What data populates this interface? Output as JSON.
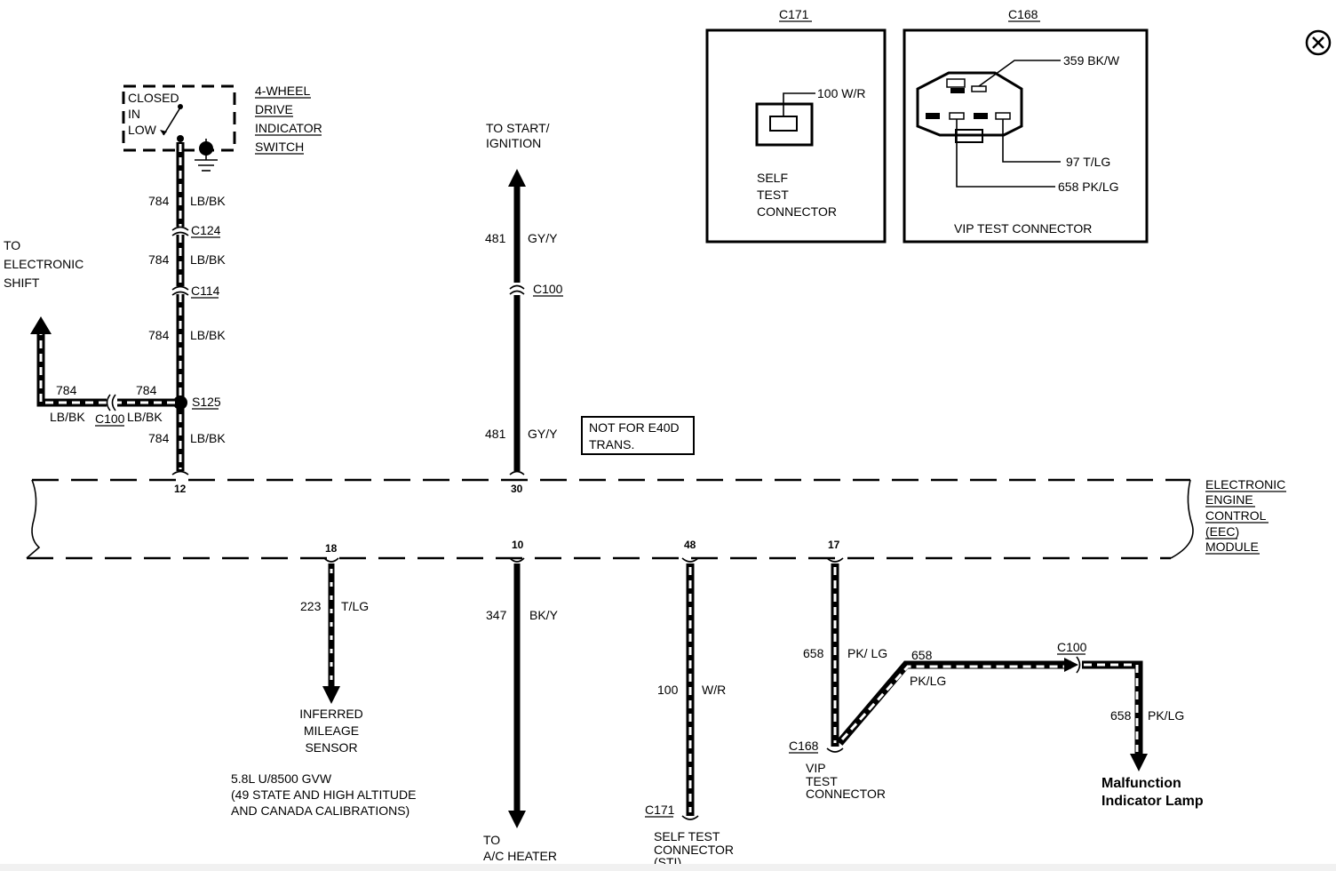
{
  "switch": {
    "state_lines": [
      "CLOSED",
      "IN",
      "LOW"
    ],
    "name_lines": [
      "4-WHEEL",
      "DRIVE",
      "INDICATOR",
      "SWITCH"
    ]
  },
  "left_branch": {
    "to_lines": [
      "TO",
      "ELECTRONIC",
      "SHIFT"
    ],
    "wire_num_a": "784",
    "wire_num_b": "784",
    "wire_color_a": "LB/BK",
    "wire_color_b": "LB/BK",
    "connector": "C100"
  },
  "wire784": {
    "segments": [
      {
        "num": "784",
        "color": "LB/BK"
      },
      {
        "num": "784",
        "color": "LB/BK"
      },
      {
        "num": "784",
        "color": "LB/BK"
      },
      {
        "num": "784",
        "color": "LB/BK"
      }
    ],
    "connectors": [
      "C124",
      "C114"
    ],
    "splice": "S125",
    "pin": "12"
  },
  "wire481": {
    "to_lines": [
      "TO START/",
      "IGNITION"
    ],
    "segments": [
      {
        "num": "481",
        "color": "GY/Y"
      },
      {
        "num": "481",
        "color": "GY/Y"
      }
    ],
    "connector": "C100",
    "note_lines": [
      "NOT FOR E40D",
      "TRANS."
    ],
    "pin": "30"
  },
  "module": {
    "name_lines": [
      "ELECTRONIC",
      "ENGINE",
      "CONTROL",
      "(EEC)",
      "MODULE"
    ]
  },
  "c171_box": {
    "title": "C171",
    "wire_label": "100 W/R",
    "caption_lines": [
      "SELF",
      "TEST",
      "CONNECTOR"
    ]
  },
  "c168_box": {
    "title": "C168",
    "wire_labels": [
      "359 BK/W",
      "97 T/LG",
      "658 PK/LG"
    ],
    "caption": "VIP TEST CONNECTOR"
  },
  "wire223": {
    "pin": "18",
    "num": "223",
    "color": "T/LG",
    "to_lines": [
      "INFERRED",
      "MILEAGE",
      "SENSOR"
    ],
    "note_lines": [
      "5.8L U/8500 GVW",
      "(49 STATE AND HIGH ALTITUDE",
      "AND CANADA CALIBRATIONS)"
    ]
  },
  "wire347": {
    "pin": "10",
    "num": "347",
    "color": "BK/Y",
    "to_lines": [
      "TO",
      "A/C HEATER"
    ]
  },
  "wire100": {
    "pin": "48",
    "num": "100",
    "color": "W/R",
    "connector": "C171",
    "to_lines": [
      "SELF TEST",
      "CONNECTOR",
      "(STI)"
    ]
  },
  "wire658": {
    "pin": "17",
    "seg1": {
      "num": "658",
      "color": "PK/ LG"
    },
    "seg2": {
      "num": "658",
      "color": "PK/LG"
    },
    "seg3": {
      "num": "658",
      "color": "PK/LG"
    },
    "connector_vip": "C168",
    "vip_lines": [
      "VIP",
      "TEST",
      "CONNECTOR"
    ],
    "connector_c100": "C100",
    "lamp_lines": [
      "Malfunction",
      "Indicator Lamp"
    ]
  },
  "icons": {
    "close": "close-circle-icon"
  }
}
